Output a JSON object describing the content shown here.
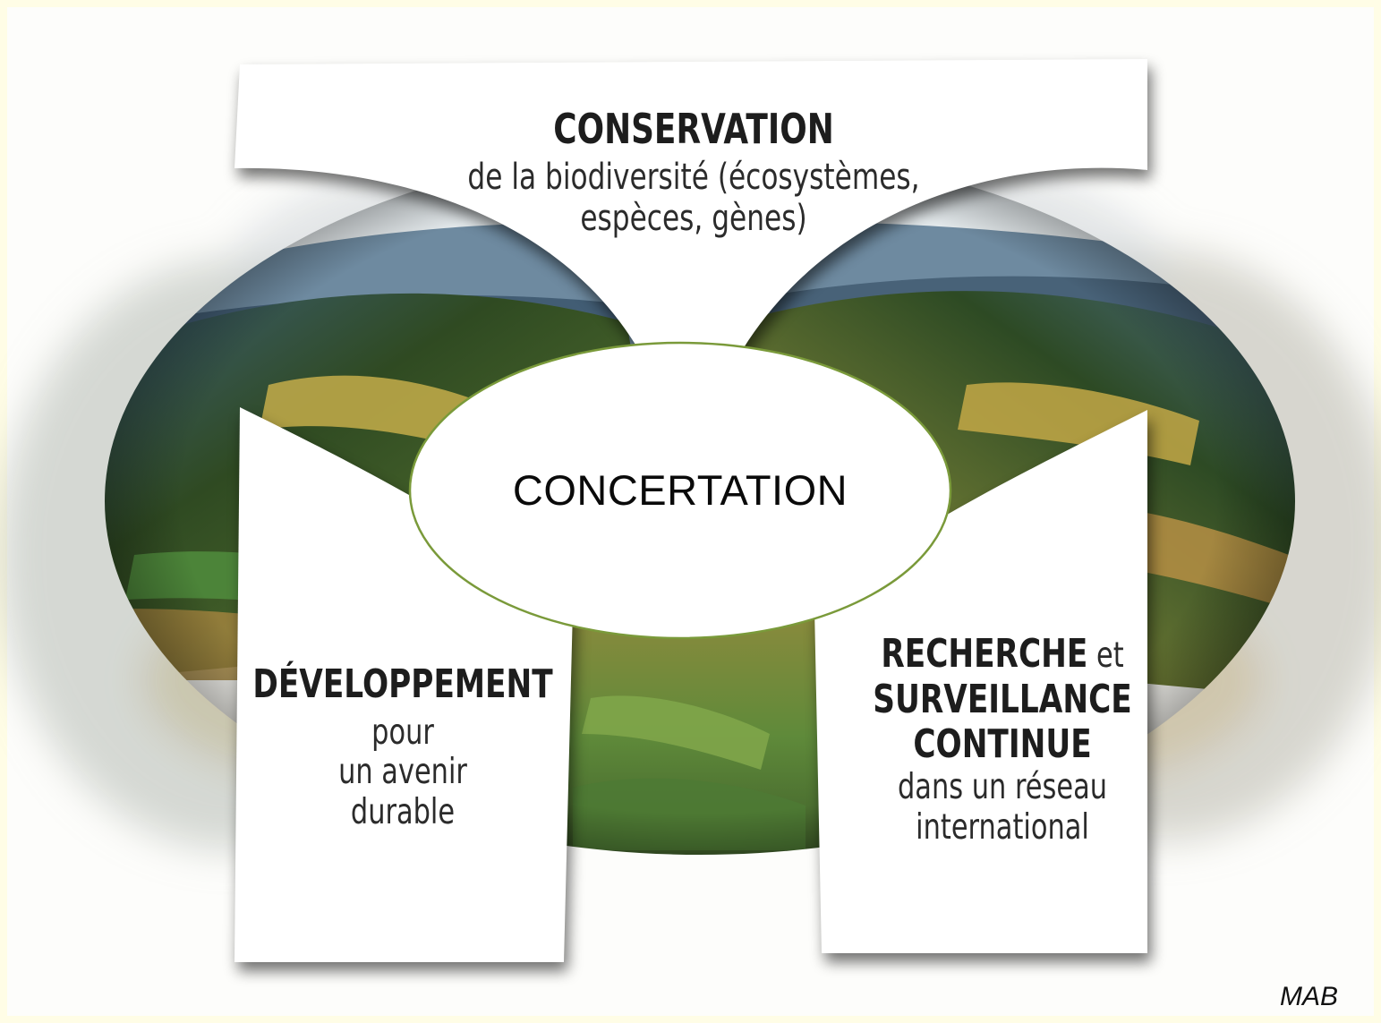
{
  "diagram": {
    "conservation": {
      "title": "CONSERVATION",
      "line1": "de la biodiversité (écosystèmes,",
      "line2": "espèces, gènes)"
    },
    "developpement": {
      "title": "DÉVELOPPEMENT",
      "line1": "pour",
      "line2": "un avenir",
      "line3": "durable"
    },
    "recherche": {
      "title_part1": "RECHERCHE",
      "connector": "et",
      "title_part2": "SURVEILLANCE",
      "title_part3": "CONTINUE",
      "line1": "dans un réseau",
      "line2": "international"
    },
    "center": {
      "label": "CONCERTATION",
      "fill": "#ffffff",
      "stroke": "#7a9a3a"
    }
  },
  "credit": "MAB",
  "colors": {
    "slide_background": "#fffde6",
    "landscape_forest": "#2f4a22",
    "landscape_field": "#b9a447",
    "landscape_meadow": "#5d8a3a"
  }
}
